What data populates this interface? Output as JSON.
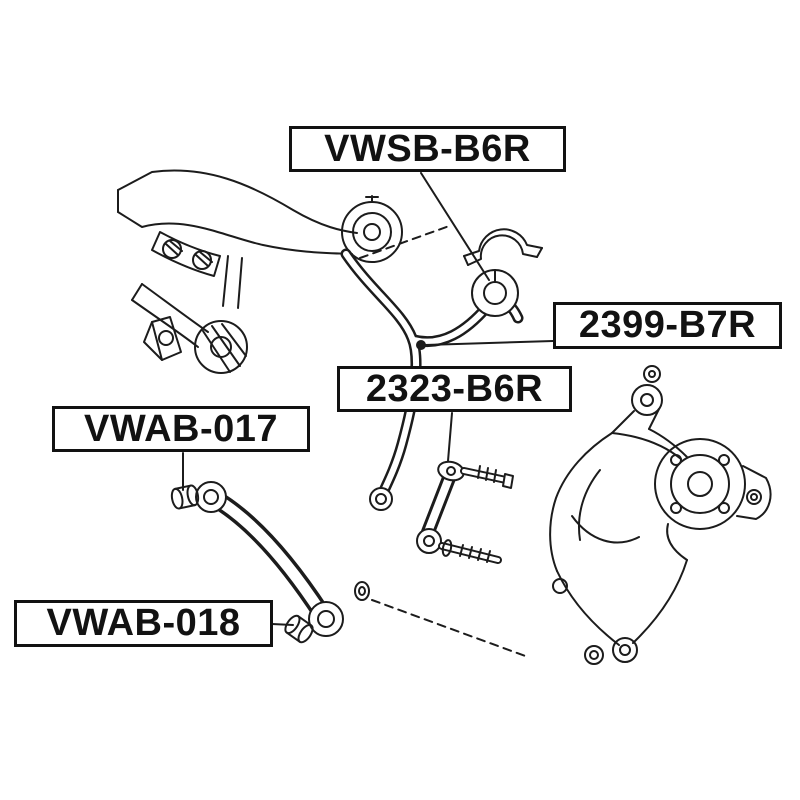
{
  "page": {
    "background_color": "#ffffff",
    "line_color": "#1c1c1c",
    "description": "Exploded parts diagram of rear suspension with part-number callouts"
  },
  "labels": {
    "vwsb_b6r": {
      "text": "VWSB-B6R"
    },
    "p2399_b7r": {
      "text": "2399-B7R"
    },
    "p2323_b6r": {
      "text": "2323-B6R"
    },
    "vwab_017": {
      "text": "VWAB-017"
    },
    "vwab_018": {
      "text": "VWAB-018"
    }
  }
}
